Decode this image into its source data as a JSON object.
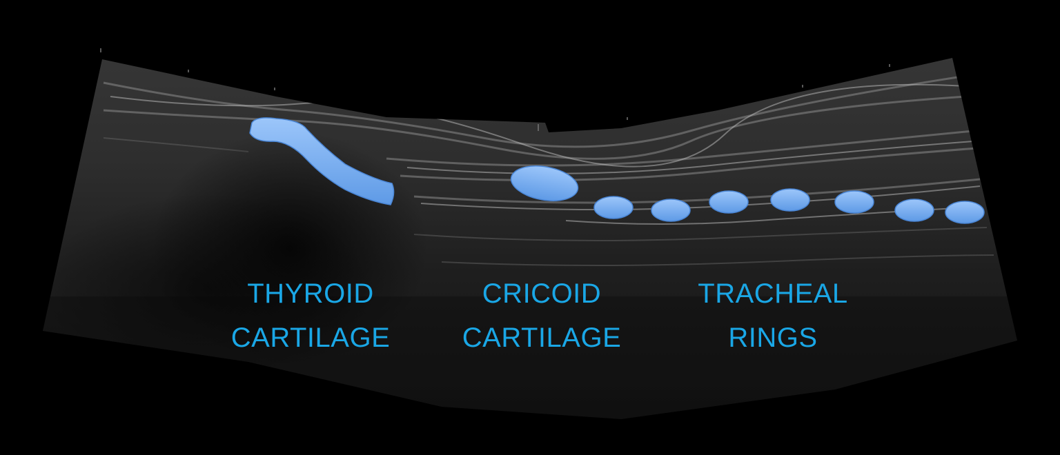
{
  "image": {
    "type": "ultrasound",
    "view": "longitudinal airway ultrasound (neck)",
    "background_color": "#000000",
    "annotation_color": "#8fbaf5",
    "annotation_outline_color": "#4a86d6",
    "label_color": "#1aa7e6"
  },
  "labels": [
    {
      "id": "thyroid",
      "line1": "THYROID",
      "line2": "CARTILAGE"
    },
    {
      "id": "cricoid",
      "line1": "CRICOID",
      "line2": "CARTILAGE"
    },
    {
      "id": "tracheal",
      "line1": "TRACHEAL",
      "line2": "RINGS"
    }
  ],
  "structures": {
    "thyroid_cartilage": {
      "shape": "curved band",
      "count": 1
    },
    "cricoid_cartilage": {
      "shape": "large oval",
      "count": 1
    },
    "tracheal_rings": {
      "shape": "small ovals",
      "count": 7
    }
  }
}
